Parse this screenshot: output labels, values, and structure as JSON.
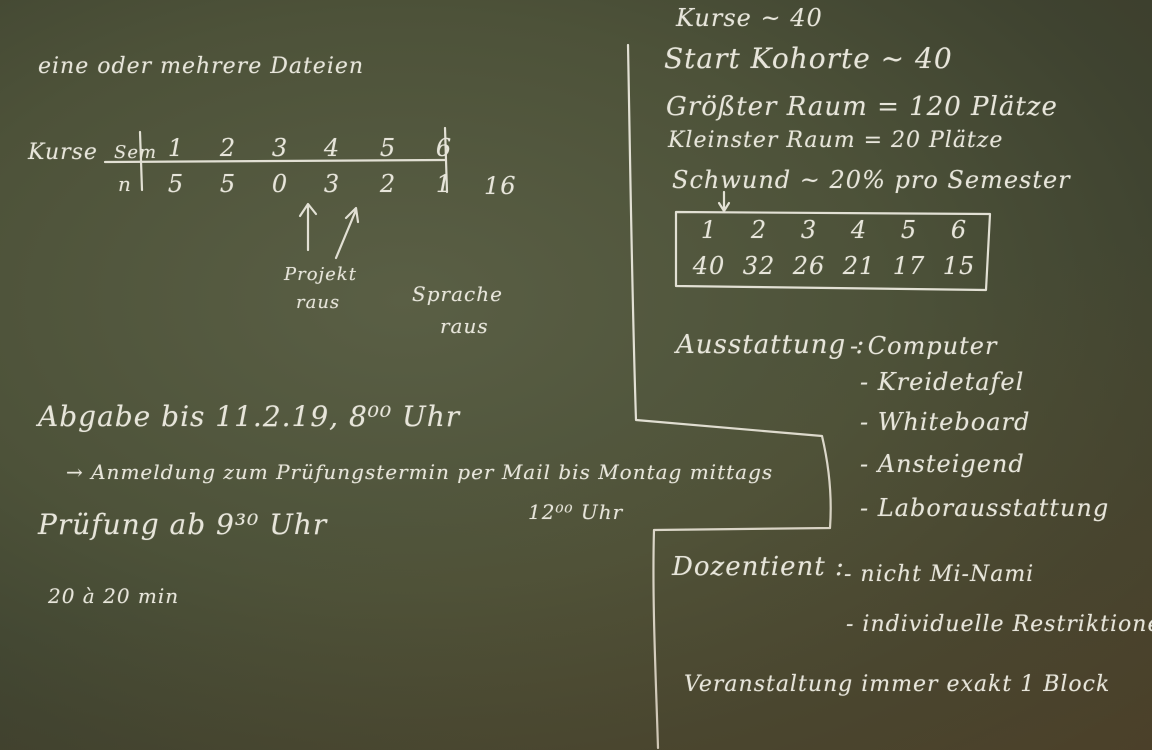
{
  "left": {
    "files_note": "eine oder mehrere Dateien",
    "table": {
      "row1_label": "Kurse",
      "row1_sub": "Sem",
      "semesters": [
        "1",
        "2",
        "3",
        "4",
        "5",
        "6"
      ],
      "row2_label": "n",
      "counts": [
        "5",
        "5",
        "0",
        "3",
        "2",
        "1"
      ],
      "total": "16"
    },
    "projekt": [
      "Projekt",
      "raus"
    ],
    "sprache": [
      "Sprache",
      "raus"
    ],
    "abgabe": "Abgabe bis 11.2.19, 8⁰⁰ Uhr",
    "anmeldung": "→ Anmeldung zum Prüfungstermin per Mail bis Montag mittags",
    "anmeldung_time": "12⁰⁰ Uhr",
    "pruefung": "Prüfung ab 9³⁰ Uhr",
    "dauer": "20 à 20 min"
  },
  "right": {
    "kurse": "Kurse ~ 40",
    "start_kohorte": "Start Kohorte ~ 40",
    "groesster_raum": "Größter Raum = 120 Plätze",
    "kleinster_raum": "Kleinster Raum = 20 Plätze",
    "schwund": "Schwund ~ 20% pro Semester",
    "cohort_table": {
      "semesters": [
        "1",
        "2",
        "3",
        "4",
        "5",
        "6"
      ],
      "students": [
        "40",
        "32",
        "26",
        "21",
        "17",
        "15"
      ]
    },
    "ausstattung_label": "Ausstattung :",
    "ausstattung": [
      "- Computer",
      "- Kreidetafel",
      "- Whiteboard",
      "- Ansteigend",
      "- Laborausstattung"
    ],
    "dozent_label": "Dozentient :",
    "dozent": [
      "- nicht Mi-Nami",
      "- individuelle Restriktionen"
    ],
    "veranstaltung": "Veranstaltung immer exakt 1 Block"
  }
}
